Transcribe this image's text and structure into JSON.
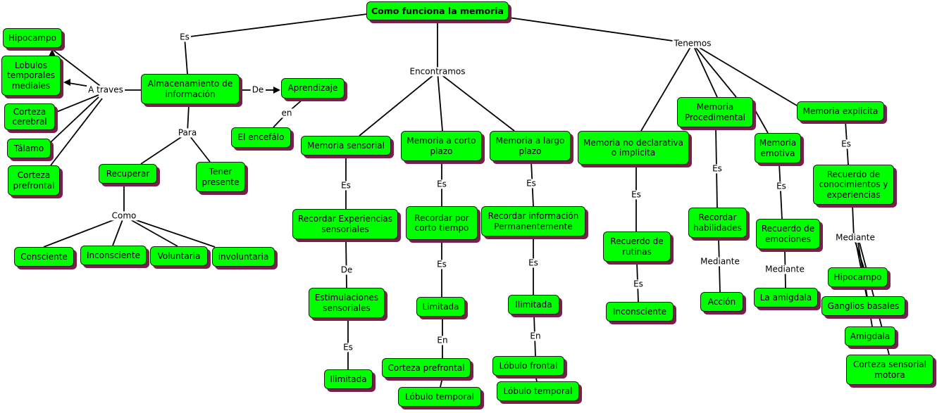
{
  "nodes": {
    "root": "Como funciona la memoria",
    "almacenamiento": "Almacenamiento de información",
    "aprendizaje": "Aprendizaje",
    "encefalo": "El encefálo",
    "hipocampo_l": "Hipocampo",
    "lobulos": "Lobulos temporales mediales",
    "corteza_cerebral": "Corteza cerebral",
    "talamo": "Tálamo",
    "corteza_prefrontal_l": "Corteza prefrontal",
    "recuperar": "Recuperar",
    "tener_presente": "Tener presente",
    "consciente": "Consciente",
    "inconsciente_l": "Inconsciente",
    "voluntaria": "Voluntaria",
    "involuntaria": "involuntaria",
    "mem_sensorial": "Memoria sensorial",
    "mem_corto": "Memoria a corto plazo",
    "mem_largo": "Memoria a largo plazo",
    "recordar_exp": "Recordar Experiencias sensoriales",
    "recordar_corto": "Recordar por corto tiempo",
    "recordar_perm": "Recordar información Permanentemente",
    "estimulaciones": "Estimulaciones sensoriales",
    "ilimitada_1": "Ilimitada",
    "limitada": "Limitada",
    "corteza_prefrontal_m": "Corteza prefrontal",
    "lobulo_temporal_1": "Lóbulo temporal",
    "ilimitada_2": "Ilimitada",
    "lobulo_frontal": "Lóbulo frontal",
    "lobulo_temporal_2": "Lóbulo temporal",
    "mem_no_decl": "Memoria no declarativa o implicita",
    "recuerdo_rutinas": "Recuerdo de rutinas",
    "inconsciente_r": "Inconsciente",
    "mem_proc": "Memoria Procedimental",
    "recordar_hab": "Recordar habilidades",
    "accion": "Acción",
    "mem_emotiva": "Memoria emotiva",
    "recuerdo_emociones": "Recuerdo de emociones",
    "amigdala_1": "La amigdala",
    "mem_explicita": "Memoria explicita",
    "recuerdo_conoc": "Recuerdo de conocimientos y experiencias",
    "hipocampo_r": "Hipocampo",
    "ganglios": "Ganglios basales",
    "amigdala_2": "Amigdala",
    "corteza_sensorial": "Corteza sensorial motora"
  },
  "labels": {
    "es_top": "Es",
    "encontramos": "Encontramos",
    "tenemos": "Tenemos",
    "a_traves": "A traves",
    "de_1": "De",
    "en_1": "en",
    "para": "Para",
    "como": "Como",
    "es_sens": "Es",
    "de_sens": "De",
    "es_sens2": "Es",
    "es_corto": "Es",
    "es_corto2": "Es",
    "en_corto": "En",
    "es_largo": "Es",
    "es_largo2": "Es",
    "en_largo": "En",
    "es_nodecl": "Es",
    "es_nodecl2": "Es",
    "es_proc": "Es",
    "mediante_proc": "Mediante",
    "es_emot": "Es",
    "mediante_emot": "Mediante",
    "es_expl": "Es",
    "mediante_expl": "Mediante"
  },
  "colors": {
    "node_fill": "#00ff00",
    "node_shadow": "#7a1f4a",
    "border": "#1a1a1a",
    "line": "#000000"
  }
}
